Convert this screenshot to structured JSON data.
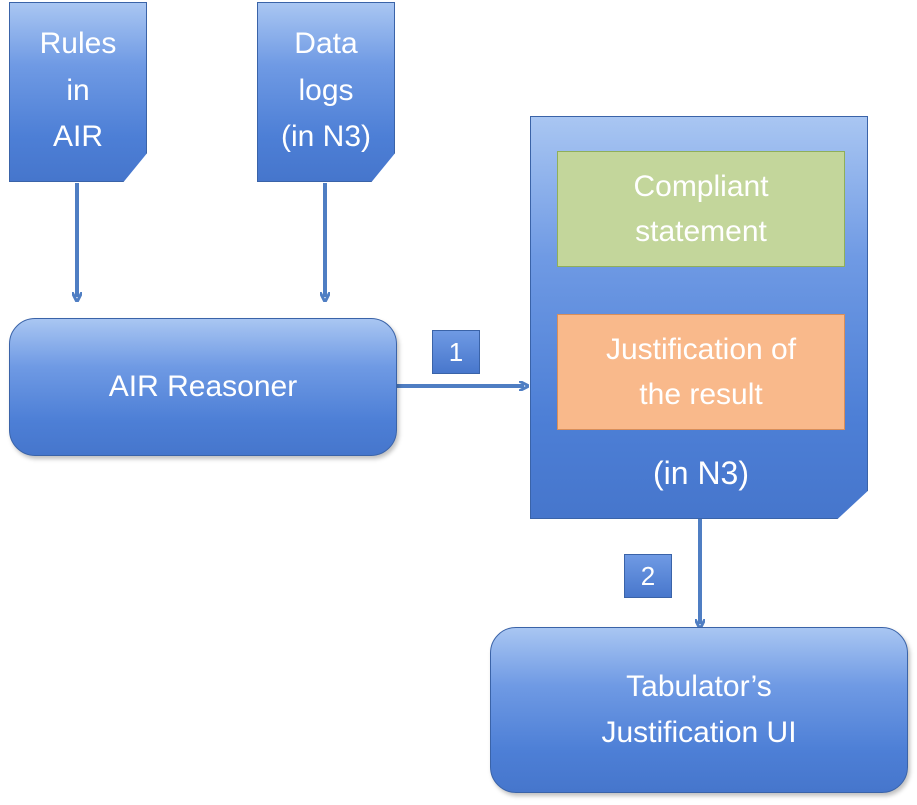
{
  "rules_doc": {
    "label": "Rules\nin\nAIR"
  },
  "data_doc": {
    "label": "Data\nlogs\n(in N3)"
  },
  "reasoner": {
    "label": "AIR Reasoner"
  },
  "result_doc": {
    "compliant": "Compliant\nstatement",
    "justification": "Justification of\nthe result",
    "format": "(in N3)"
  },
  "ui": {
    "label": "Tabulator’s\nJustification UI"
  },
  "steps": {
    "step1": "1",
    "step2": "2"
  },
  "colors": {
    "arrow": "#4f7ec3",
    "compliant_fill": "#c3d69b",
    "justification_fill": "#f9b98b"
  }
}
